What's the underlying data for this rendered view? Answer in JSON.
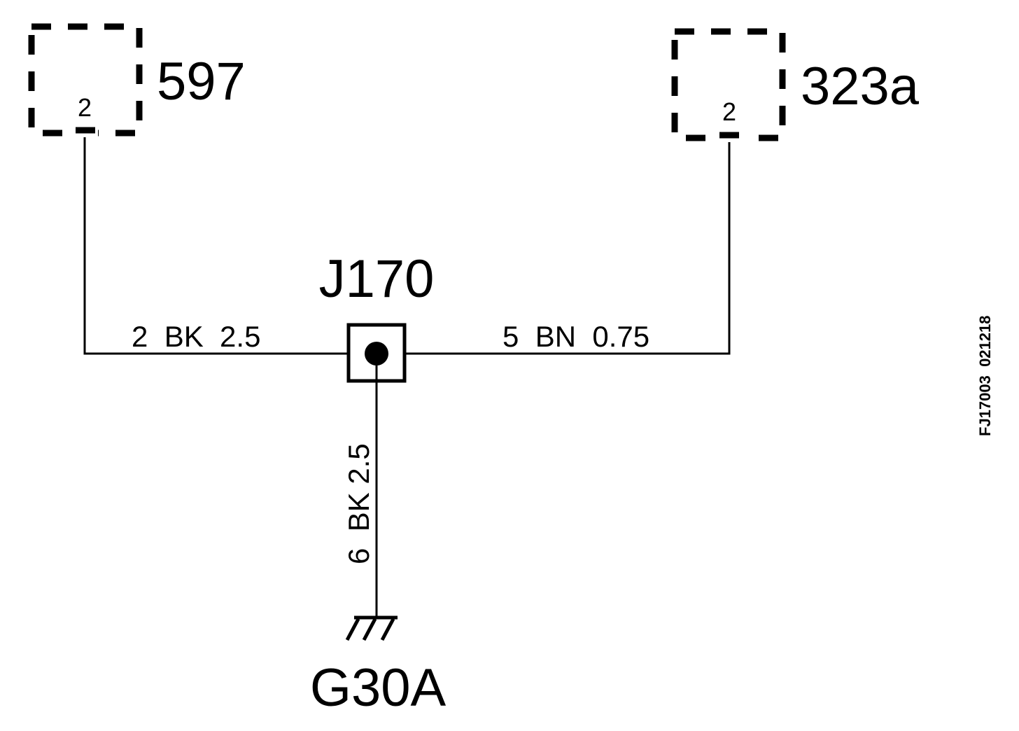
{
  "connectors": [
    {
      "id": "597",
      "pin": "2"
    },
    {
      "id": "323a",
      "pin": "2"
    }
  ],
  "junction": {
    "id": "J170"
  },
  "wires": [
    {
      "label": "2  BK  2.5"
    },
    {
      "label": "5  BN  0.75"
    },
    {
      "label": "6  BK 2.5"
    }
  ],
  "ground": {
    "id": "G30A"
  },
  "reference": "FJ17003  021218"
}
